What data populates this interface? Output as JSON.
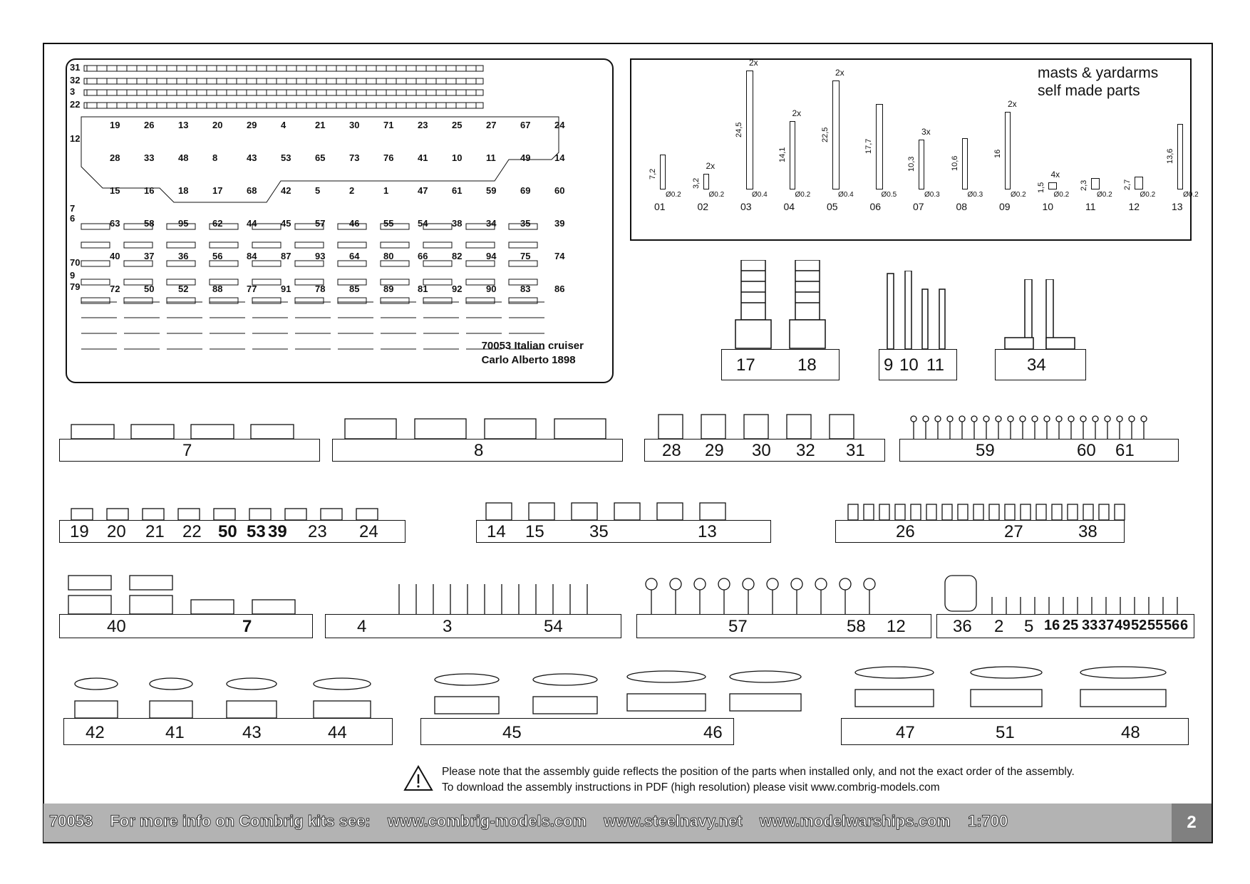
{
  "pe_sheet": {
    "caption_line1": "70053 Italian cruiser",
    "caption_line2": "Carlo Alberto 1898",
    "left_numbers": [
      "31",
      "32",
      "3",
      "22",
      "12",
      "7",
      "6",
      "70",
      "9",
      "79"
    ],
    "part_numbers": [
      "19",
      "26",
      "13",
      "20",
      "29",
      "4",
      "21",
      "30",
      "71",
      "23",
      "25",
      "27",
      "67",
      "24",
      "28",
      "33",
      "48",
      "8",
      "43",
      "53",
      "65",
      "73",
      "76",
      "41",
      "10",
      "11",
      "49",
      "14",
      "15",
      "16",
      "18",
      "17",
      "68",
      "42",
      "5",
      "2",
      "1",
      "47",
      "61",
      "59",
      "69",
      "60",
      "63",
      "58",
      "95",
      "62",
      "44",
      "45",
      "57",
      "46",
      "55",
      "54",
      "38",
      "34",
      "35",
      "39",
      "40",
      "37",
      "36",
      "56",
      "84",
      "87",
      "93",
      "64",
      "80",
      "66",
      "82",
      "94",
      "75",
      "74",
      "72",
      "50",
      "52",
      "88",
      "77",
      "91",
      "78",
      "85",
      "89",
      "81",
      "92",
      "90",
      "83",
      "86"
    ]
  },
  "masts": {
    "title_line1": "masts & yardarms",
    "title_line2": "self made parts",
    "items": [
      {
        "num": "01",
        "len": "7,2",
        "dia": "Ø0.2",
        "mult": ""
      },
      {
        "num": "02",
        "len": "3,2",
        "dia": "Ø0.2",
        "mult": "2x"
      },
      {
        "num": "03",
        "len": "24,5",
        "dia": "Ø0.4",
        "mult": "2x"
      },
      {
        "num": "04",
        "len": "14,1",
        "dia": "Ø0.2",
        "mult": "2x"
      },
      {
        "num": "05",
        "len": "22,5",
        "dia": "Ø0.4",
        "mult": "2x"
      },
      {
        "num": "06",
        "len": "17,7",
        "dia": "Ø0.5",
        "mult": ""
      },
      {
        "num": "07",
        "len": "10,3",
        "dia": "Ø0.3",
        "mult": "3x"
      },
      {
        "num": "08",
        "len": "10,6",
        "dia": "Ø0.3",
        "mult": ""
      },
      {
        "num": "09",
        "len": "16",
        "dia": "Ø0.2",
        "mult": "2x"
      },
      {
        "num": "10",
        "len": "1,5",
        "dia": "Ø0.2",
        "mult": "4x"
      },
      {
        "num": "11",
        "len": "2,3",
        "dia": "Ø0.2",
        "mult": ""
      },
      {
        "num": "12",
        "len": "2,7",
        "dia": "Ø0.2",
        "mult": ""
      },
      {
        "num": "13",
        "len": "13,6",
        "dia": "Ø0.2",
        "mult": ""
      }
    ]
  },
  "groups": {
    "funnels_a": [
      "17",
      "18"
    ],
    "funnels_b": [
      "9",
      "10",
      "11"
    ],
    "g34": [
      "34"
    ],
    "row1_a": [
      "7"
    ],
    "row1_b": [
      "8"
    ],
    "row1_c": [
      "28",
      "29",
      "30",
      "32",
      "31"
    ],
    "row1_d": [
      "59",
      "60",
      "61"
    ],
    "row2_a": [
      "19",
      "20",
      "21",
      "22",
      "50",
      "53",
      "39",
      "23",
      "24"
    ],
    "row2_b": [
      "14",
      "15",
      "35",
      "13"
    ],
    "row2_c": [
      "26",
      "27",
      "38"
    ],
    "row3_a": [
      "40",
      "7"
    ],
    "row3_b": [
      "4",
      "3",
      "54"
    ],
    "row3_c": [
      "57",
      "58",
      "12"
    ],
    "row3_d": [
      "36",
      "2",
      "5",
      "16",
      "25",
      "33",
      "37",
      "49",
      "52",
      "55",
      "56",
      "6"
    ],
    "row4_a": [
      "42",
      "41",
      "43",
      "44"
    ],
    "row4_b": [
      "45",
      "46"
    ],
    "row4_c": [
      "47",
      "51",
      "48"
    ]
  },
  "note": {
    "line1": "Please note that the assembly guide reflects the position of the parts when installed only, and not the exact order of the assembly.",
    "line2": "To download the assembly instructions in PDF (high resolution) please visit www.combrig-models.com"
  },
  "footer": {
    "code": "70053",
    "info": "For more info on Combrig kits see:",
    "site1": "www.combrig-models.com",
    "site2": "www.steelnavy.net",
    "site3": "www.modelwarships.com",
    "scale": "1:700",
    "page": "2"
  }
}
